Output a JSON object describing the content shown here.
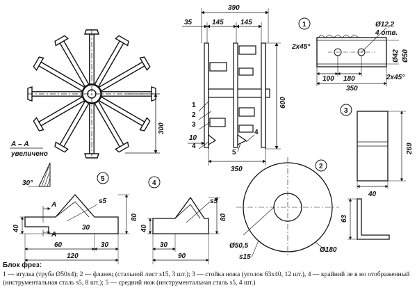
{
  "top_view": {
    "section_label": "А – А",
    "section_sub": "увеличено",
    "dim_300": "300"
  },
  "side_view": {
    "dim_390": "390",
    "dim_35": "35",
    "dim_145a": "145",
    "dim_145b": "145",
    "dim_600": "600",
    "dim_10": "10",
    "dim_350": "350",
    "callouts": [
      "1",
      "2",
      "3",
      "4",
      "4",
      "5"
    ]
  },
  "detail1": {
    "number": "1",
    "hole_dia": "Ø12,2",
    "holes": "4 отв.",
    "chamfer_left": "2x45°",
    "chamfer_right": "2x45°",
    "dia_inner": "Ø42",
    "dia_outer": "Ø50",
    "dim_100": "100",
    "dim_180": "180",
    "dim_350": "350"
  },
  "detail2": {
    "number": "2",
    "dia_inner": "Ø50,5",
    "dia_outer": "Ø180",
    "thickness": "s15"
  },
  "detail3": {
    "number": "3",
    "dim_269": "269",
    "dim_40": "40",
    "dim_63": "63"
  },
  "detail4": {
    "number": "4",
    "thickness": "s5",
    "dim_80": "80",
    "dim_40": "40",
    "dim_30": "30",
    "dim_90": "90"
  },
  "detail5": {
    "number": "5",
    "section_A1": "A",
    "section_A2": "A",
    "angle": "30°",
    "thickness": "s5",
    "dim_80": "80",
    "dim_40": "40",
    "dim_30a": "30",
    "dim_60": "60",
    "dim_30b": "30",
    "dim_120": "120"
  },
  "caption": {
    "title": "Блок фрез:",
    "text": "1 — втулка (труба Ø50х4); 2 — фланец (стальной лист s15, 3 шт.); 3 — стойка ножа (уголок 63х40, 12 шт.), 4 — крайний ле в но отображенный (инструментальная сталь s5, 8 шт.); 5 — средний нож (инструментальная сталь s5, 4 шт.)"
  }
}
